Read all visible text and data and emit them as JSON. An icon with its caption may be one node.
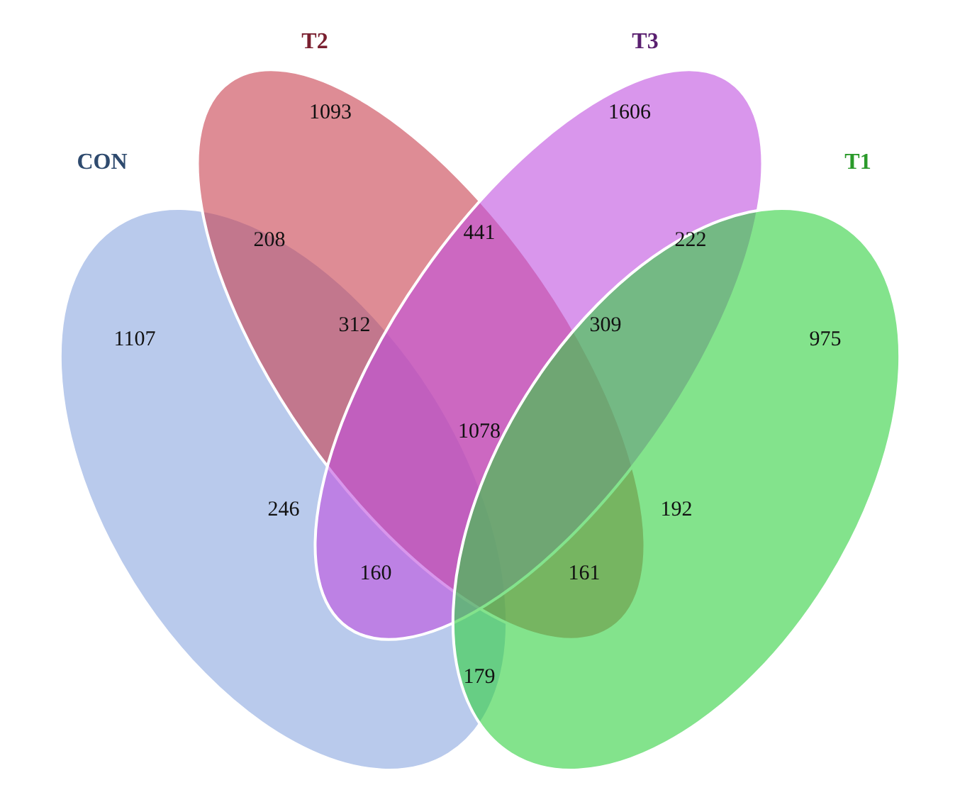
{
  "diagram": {
    "nodes": [
      {
        "text": [
          "CON"
        ]
      },
      {
        "text": [
          "T2"
        ]
      },
      {
        "text": [
          "T3"
        ]
      },
      {
        "text": [
          "T1"
        ]
      }
    ],
    "labels": [
      "1093",
      "1606",
      "208",
      "441",
      "222",
      "1107",
      "312",
      "309",
      "975",
      "1078",
      "246",
      "192",
      "160",
      "161",
      "179"
    ]
  }
}
